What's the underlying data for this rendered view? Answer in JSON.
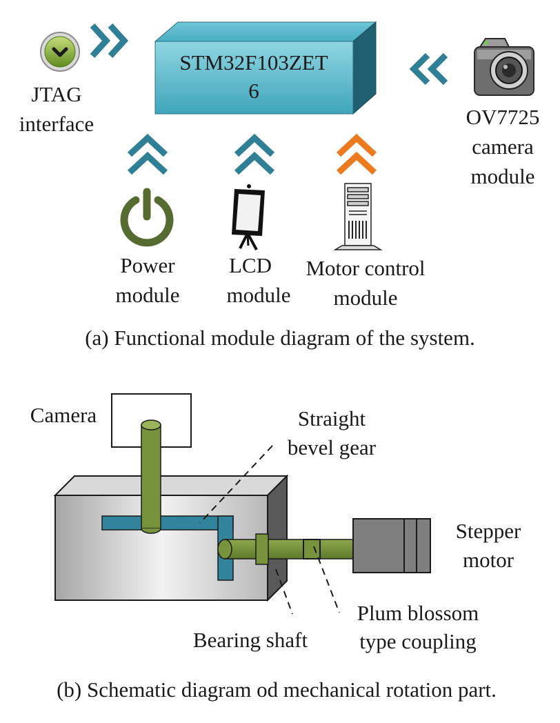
{
  "diagram_a": {
    "mcu": {
      "line1": "STM32F103ZET",
      "line2": "6"
    },
    "jtag": {
      "line1": "JTAG",
      "line2": "interface",
      "icon": "jtag-connector-icon"
    },
    "camera": {
      "line1": "OV7725",
      "line2": "camera",
      "line3": "module",
      "icon": "camera-icon"
    },
    "power": {
      "line1": "Power",
      "line2": "module",
      "icon": "power-icon"
    },
    "lcd": {
      "line1": "LCD",
      "line2": "module",
      "icon": "easel-board-icon"
    },
    "motor": {
      "line1": "Motor control",
      "line2": "module",
      "icon": "server-tower-icon"
    },
    "caption": "(a)  Functional module diagram of the system.",
    "colors": {
      "arrow_blue": "#2f7f96",
      "arrow_orange": "#ec7a1f",
      "mcu_front": "#5fb9c9",
      "power_green": "#556b2f"
    }
  },
  "diagram_b": {
    "labels": {
      "camera": "Camera",
      "gear_line1": "Straight",
      "gear_line2": "bevel gear",
      "stepper_line1": "Stepper",
      "stepper_line2": "motor",
      "bearing": "Bearing shaft",
      "coupling_line1": "Plum blossom",
      "coupling_line2": "type coupling"
    },
    "caption": "(b)  Schematic diagram od mechanical rotation part.",
    "colors": {
      "shaft_green": "#77933c",
      "gear_blue": "#31849b",
      "motor_gray": "#7f7f7f"
    }
  }
}
